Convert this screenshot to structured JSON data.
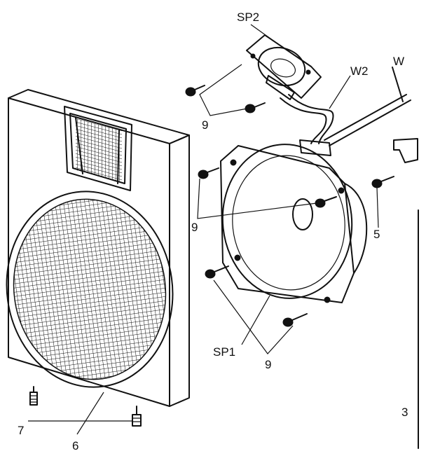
{
  "labels": {
    "sp2": "SP2",
    "w2": "W2",
    "w": "W",
    "nine_top": "9",
    "nine_mid": "9",
    "nine_bottom": "9",
    "five": "5",
    "sp1": "SP1",
    "seven": "7",
    "six": "6",
    "three": "3"
  }
}
